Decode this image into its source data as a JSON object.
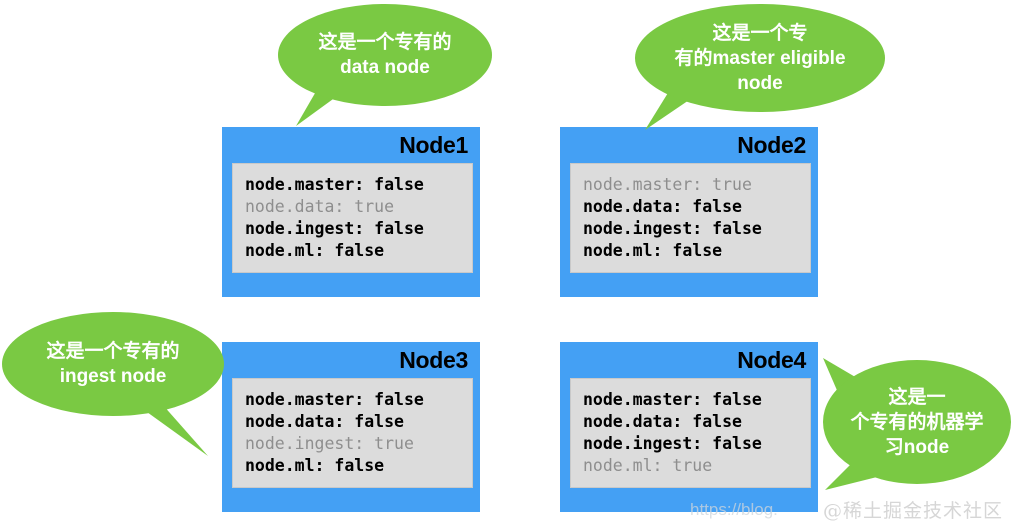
{
  "colors": {
    "bubble_green": "#7ac943",
    "node_blue": "#44a0f4",
    "panel_grey": "#dcdcdc",
    "text_black": "#000000",
    "text_dim": "#8e8e8e",
    "background": "#ffffff"
  },
  "nodes": [
    {
      "id": "node1",
      "title": "Node1",
      "props": [
        {
          "text": "node.master: false",
          "highlighted": false
        },
        {
          "text": "node.data: true",
          "highlighted": true
        },
        {
          "text": "node.ingest: false",
          "highlighted": false
        },
        {
          "text": "node.ml: false",
          "highlighted": false
        }
      ]
    },
    {
      "id": "node2",
      "title": "Node2",
      "props": [
        {
          "text": "node.master: true",
          "highlighted": true
        },
        {
          "text": "node.data: false",
          "highlighted": false
        },
        {
          "text": "node.ingest: false",
          "highlighted": false
        },
        {
          "text": "node.ml: false",
          "highlighted": false
        }
      ]
    },
    {
      "id": "node3",
      "title": "Node3",
      "props": [
        {
          "text": "node.master: false",
          "highlighted": false
        },
        {
          "text": "node.data: false",
          "highlighted": false
        },
        {
          "text": "node.ingest: true",
          "highlighted": true
        },
        {
          "text": "node.ml: false",
          "highlighted": false
        }
      ]
    },
    {
      "id": "node4",
      "title": "Node4",
      "props": [
        {
          "text": "node.master: false",
          "highlighted": false
        },
        {
          "text": "node.data: false",
          "highlighted": false
        },
        {
          "text": "node.ingest: false",
          "highlighted": false
        },
        {
          "text": "node.ml: true",
          "highlighted": true
        }
      ]
    }
  ],
  "bubbles": [
    {
      "id": "bubble-data-node",
      "target": "node1",
      "lines": [
        "这是一个专有的",
        "data node"
      ]
    },
    {
      "id": "bubble-master-eligible-node",
      "target": "node2",
      "lines": [
        "这是一个专",
        "有的master eligible",
        "node"
      ]
    },
    {
      "id": "bubble-ingest-node",
      "target": "node3",
      "lines": [
        "这是一个专有的",
        "ingest node"
      ]
    },
    {
      "id": "bubble-ml-node",
      "target": "node4",
      "lines": [
        "这是一",
        "个专有的机器学",
        "习node"
      ]
    }
  ],
  "watermark": {
    "text": "@稀土掘金技术社区",
    "url": "https://blog."
  }
}
